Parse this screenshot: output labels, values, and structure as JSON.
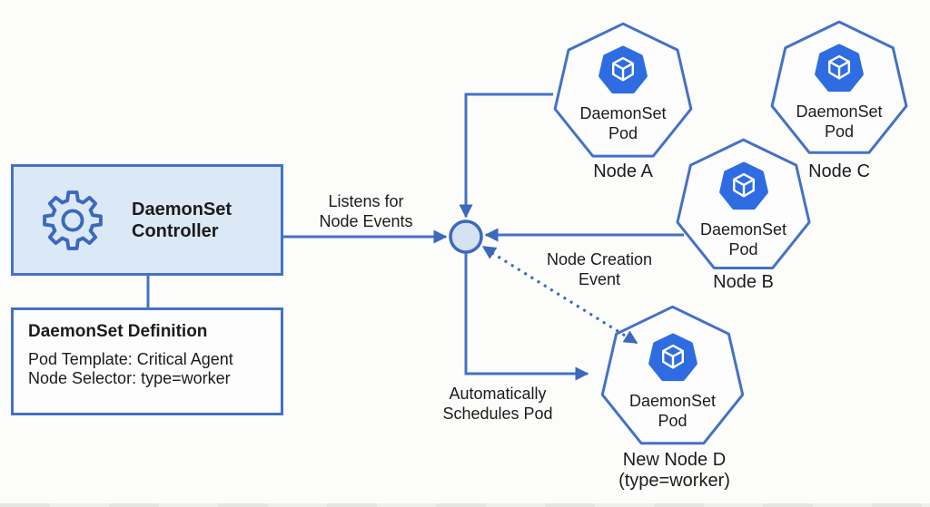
{
  "colors": {
    "line_blue": "#4472c4",
    "controller_fill": "#dbe8f6",
    "junction_fill": "#d4e2f2",
    "pod_icon_blue": "#2f6ce1",
    "text": "#1c1c1c"
  },
  "controller": {
    "title": "DaemonSet\nController"
  },
  "definition": {
    "title": "DaemonSet Definition",
    "pod_template": "Pod Template: Critical Agent",
    "node_selector": "Node Selector: type=worker"
  },
  "annotations": {
    "listens": "Listens for\nNode Events",
    "node_creation": "Node Creation\nEvent",
    "schedules": "Automatically\nSchedules Pod"
  },
  "nodes": [
    {
      "id": "node-a",
      "pod": "DaemonSet\nPod",
      "label": "Node A"
    },
    {
      "id": "node-c",
      "pod": "DaemonSet\nPod",
      "label": "Node C"
    },
    {
      "id": "node-b",
      "pod": "DaemonSet\nPod",
      "label": "Node B"
    },
    {
      "id": "node-d",
      "pod": "DaemonSet\nPod",
      "label": "New Node D\n(type=worker)"
    }
  ]
}
